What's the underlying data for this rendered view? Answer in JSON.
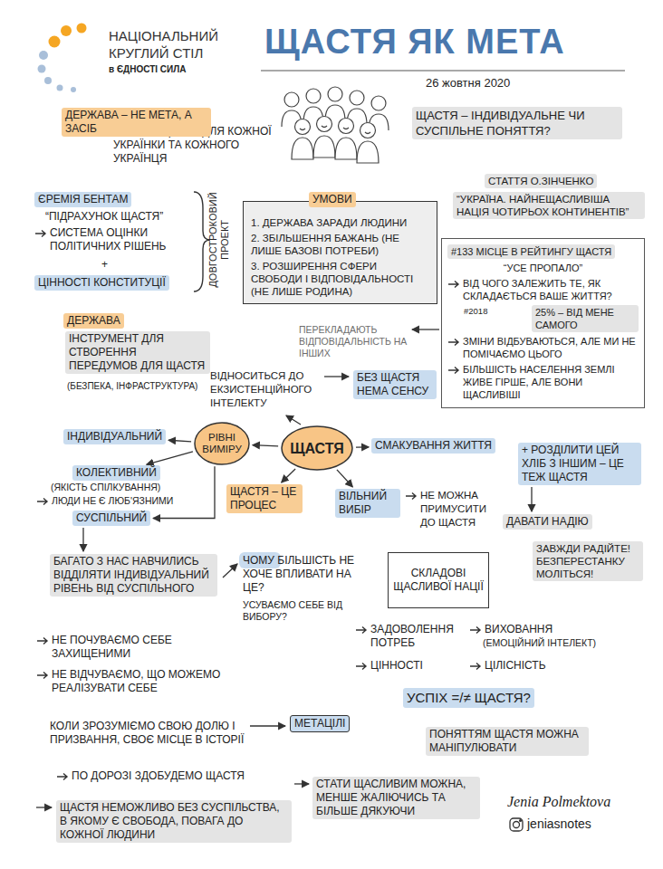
{
  "diagram": {
    "title": "ЩАСТЯ ЯК МЕТА",
    "nodes": [
      {
        "text": [
          "ДЕРЖАВА – НЕ МЕТА, А ЗАСІБ"
        ]
      },
      {
        "text": [
          "ЩАСТЯ – ІНДИВІДУАЛЬНЕ ЧИ СУСПІЛЬНЕ ПОНЯТТЯ?"
        ]
      },
      {
        "text": [
          "ЄРЕМІЯ БЕНТАМ"
        ]
      },
      {
        "text": [
          "1. ДЕРЖАВА ЗАРАДИ ЛЮДИНИ",
          "2. ЗБІЛЬШЕННЯ БАЖАНЬ (НЕ ЛИШЕ БАЗОВІ ПОТРЕБИ)",
          "3. РОЗШИРЕННЯ СФЕРИ СВОБОДИ І ВІДПОВІДАЛЬНОСТІ (НЕ ЛИШЕ РОДИНА)"
        ]
      },
      {
        "text": [
          "УМОВИ"
        ],
        "in": 3
      },
      {
        "text": [
          "СТАТТЯ О.ЗІНЧЕНКО"
        ]
      },
      {
        "text": [
          "“УКРАЇНА. НАЙНЕЩАСЛИВІША НАЦІЯ ЧОТИРЬОХ КОНТИНЕНТІВ”"
        ]
      },
      {
        "text": [
          "“УСЕ ПРОПАЛО”",
          "ВІД ЧОГО ЗАЛЕЖИТЬ ТЕ, ЯК СКЛАДАЄТЬСЯ ВАШЕ ЖИТТЯ?",
          "#2018",
          "ЗМІНИ ВІДБУВАЮТЬСЯ, АЛЕ МИ НЕ ПОМІЧАЄМО ЦЬОГО",
          "БІЛЬШІСТЬ НАСЕЛЕННЯ ЗЕМЛІ ЖИВЕ ГІРШЕ, АЛЕ ВОНИ ЩАСЛИВІШІ"
        ]
      },
      {
        "text": [
          "#133 МІСЦЕ В РЕЙТИНГУ ЩАСТЯ"
        ],
        "in": 7
      },
      {
        "text": [
          "25% – ВІД МЕНЕ САМОГО"
        ],
        "in": 7
      },
      {
        "text": [
          "ЦІННОСТІ КОНСТИТУЦІЇ"
        ]
      },
      {
        "text": [
          "ДЕРЖАВА"
        ]
      },
      {
        "text": [
          "ІНСТРУМЕНТ ДЛЯ СТВОРЕННЯ ПЕРЕДУМОВ ДЛЯ ЩАСТЯ"
        ]
      },
      {
        "text": [
          "БЕЗ ЩАСТЯ НЕМА СЕНСУ"
        ]
      },
      {
        "text": [
          "ІНДИВІДУАЛЬНИЙ"
        ]
      },
      {
        "text": [
          "РІВНІ ВИМІРУ"
        ]
      },
      {
        "text": [
          "ЩАСТЯ"
        ]
      },
      {
        "text": [
          "СМАКУВАННЯ ЖИТТЯ"
        ]
      },
      {
        "text": [
          "+ РОЗДІЛИТИ ЦЕЙ ХЛІБ З ІНШИМ – ЦЕ ТЕЖ ЩАСТЯ"
        ]
      },
      {
        "text": [
          "КОЛЕКТИВНИЙ"
        ]
      },
      {
        "text": [
          "ЩАСТЯ – ЦЕ ПРОЦЕС"
        ]
      },
      {
        "text": [
          "ВІЛЬНИЙ ВИБІР"
        ]
      },
      {
        "text": [
          "СУСПІЛЬНИЙ"
        ]
      },
      {
        "text": [
          "ДАВАТИ НАДІЮ"
        ]
      },
      {
        "text": [
          "ЗАВЖДИ РАДІЙТЕ! БЕЗПЕРЕСТАНКУ МОЛІТЬСЯ!"
        ]
      },
      {
        "text": [
          "БАГАТО З НАС НАВЧИЛИСЬ ВІДДІЛЯТИ ІНДИВІДУАЛЬНИЙ РІВЕНЬ ВІД СУСПІЛЬНОГО"
        ]
      },
      {
        "text": [
          "СКЛАДОВІ ЩАСЛИВОЇ НАЦІЇ"
        ]
      },
      {
        "text": [
          "УСПІХ =/≠ ЩАСТЯ?"
        ]
      },
      {
        "text": [
          "МЕТАЦІЛІ"
        ]
      },
      {
        "text": [
          "ПОНЯТТЯМ ЩАСТЯ МОЖНА МАНІПУЛЮВАТИ"
        ]
      },
      {
        "text": [
          "СТАТИ ЩАСЛИВИМ МОЖНА, МЕНШЕ ЖАЛІЮЧИСЬ ТА БІЛЬШЕ ДЯКУЮЧИ"
        ]
      },
      {
        "text": [
          "ЩАСТЯ НЕМОЖЛИВО БЕЗ СУСПІЛЬСТВА, В ЯКОМУ Є СВОБОДА, ПОВАГА ДО КОЖНОЇ ЛЮДИНИ"
        ]
      }
    ],
    "edges": [
      {
        "from": 16,
        "to": 15,
        "arrow": "to"
      },
      {
        "from": 16,
        "to": 17,
        "arrow": "to"
      },
      {
        "from": 16,
        "to": 21,
        "arrow": "to"
      },
      {
        "from": 16,
        "to": 20,
        "arrow": "to"
      },
      {
        "from": 15,
        "to": 14,
        "arrow": "to"
      },
      {
        "from": 15,
        "to": 19,
        "arrow": "to"
      },
      {
        "from": 15,
        "to": 22,
        "arrow": "to"
      },
      {
        "from": 22,
        "to": 25,
        "arrow": "to"
      },
      {
        "from": 18,
        "to": 23,
        "arrow": "to"
      }
    ],
    "labels": [
      "НАЦІОНАЛЬНИЙ КРУГЛИЙ СТІЛ",
      "в ЄДНОСТІ СИЛА",
      "26 жовтня 2020",
      "ЩАСТЯ ДЛЯ КОЖНОЇ УКРАЇНКИ ТА КОЖНОГО УКРАЇНЦЯ",
      "“ПІДРАХУНОК ЩАСТЯ”",
      "СИСТЕМА ОЦІНКИ ПОЛІТИЧНИХ РІШЕНЬ",
      "+",
      "ДОВГОСТРОКОВИЙ ПРОЕКТ",
      "ПЕРЕКЛАДАЮТЬ ВІДПОВІДАЛЬНІСТЬ НА ІНШИХ",
      "(БЕЗПЕКА, ІНФРАСТРУКТУРА)",
      "ВІДНОСИТЬСЯ ДО ЕКЗИСТЕНЦІЙНОГО ІНТЕЛЕКТУ",
      "(ЯКІСТЬ СПІЛКУВАННЯ)",
      "ЛЮДИ НЕ Є ЛЮБ'ЯЗНИМИ",
      "НЕ МОЖНА ПРИМУСИТИ ДО ЩАСТЯ",
      "ЧОМУ БІЛЬШІСТЬ НЕ ХОЧЕ ВПЛИВАТИ НА ЦЕ?",
      "УСУВАЄМО СЕБЕ ВІД ВИБОРУ?",
      "НЕ ПОЧУВАЄМО СЕБЕ ЗАХИЩЕНИМИ",
      "НЕ ВІДЧУВАЄМО, ЩО МОЖЕМО РЕАЛІЗУВАТИ СЕБЕ",
      "ЗАДОВОЛЕННЯ ПОТРЕБ",
      "ВИХОВАННЯ",
      "(ЕМОЦІЙНИЙ ІНТЕЛЕКТ)",
      "ЦІННОСТІ",
      "ЦІЛІСНІСТЬ",
      "КОЛИ ЗРОЗУМІЄМО СВОЮ ДОЛЮ І ПРИЗВАННЯ, СВОЄ МІСЦЕ В ІСТОРІЇ",
      "ПО ДОРОЗІ ЗДОБУДЕМО ЩАСТЯ",
      "Jenia Polmektova",
      "jeniasnotes"
    ]
  }
}
